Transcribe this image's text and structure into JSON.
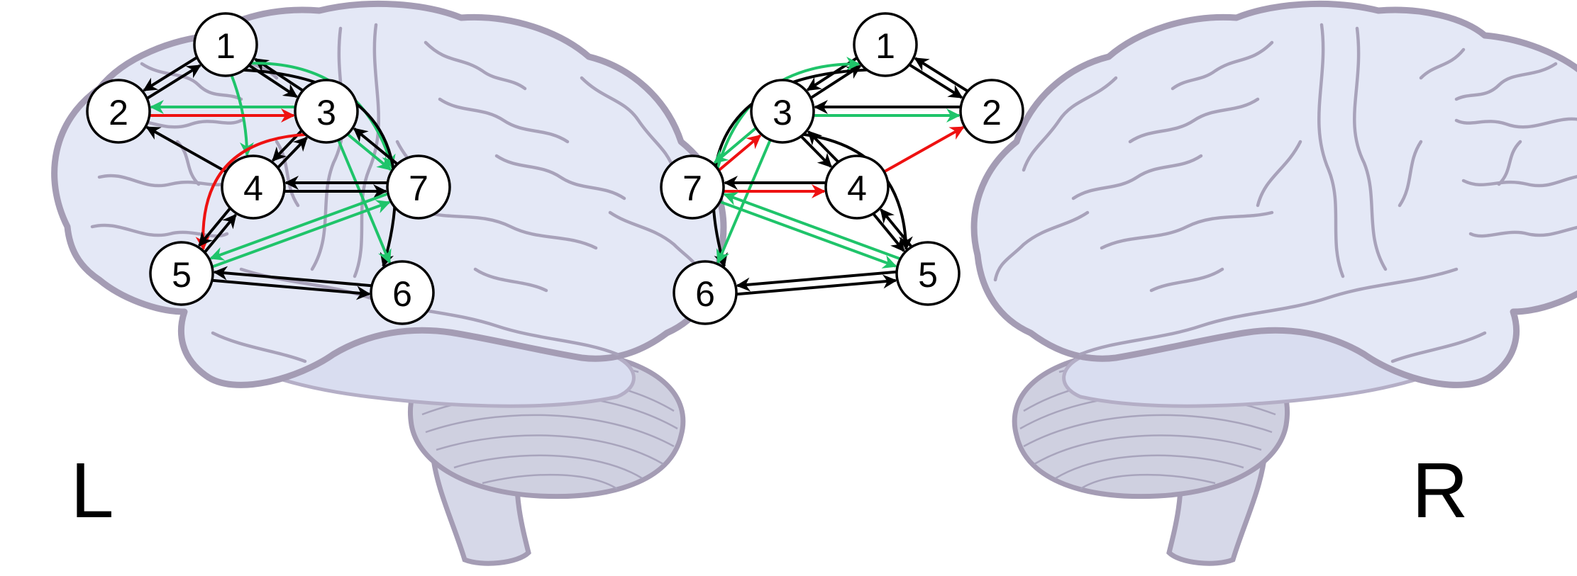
{
  "hemispheres": [
    {
      "label": "L",
      "nodes": [
        "1",
        "2",
        "3",
        "4",
        "5",
        "6",
        "7"
      ],
      "edges": [
        {
          "from": "1",
          "to": "2",
          "color": "#000000"
        },
        {
          "from": "2",
          "to": "1",
          "color": "#000000"
        },
        {
          "from": "1",
          "to": "3",
          "color": "#000000"
        },
        {
          "from": "3",
          "to": "1",
          "color": "#000000"
        },
        {
          "from": "1",
          "to": "4",
          "color": "#1fc46a"
        },
        {
          "from": "1",
          "to": "7",
          "color": "#1fc46a"
        },
        {
          "from": "1",
          "to": "6",
          "color": "#000000"
        },
        {
          "from": "3",
          "to": "2",
          "color": "#1fc46a"
        },
        {
          "from": "2",
          "to": "3",
          "color": "#ee1111"
        },
        {
          "from": "4",
          "to": "2",
          "color": "#000000"
        },
        {
          "from": "3",
          "to": "4",
          "color": "#000000"
        },
        {
          "from": "4",
          "to": "3",
          "color": "#000000"
        },
        {
          "from": "3",
          "to": "5",
          "color": "#ee1111"
        },
        {
          "from": "3",
          "to": "7",
          "color": "#1fc46a"
        },
        {
          "from": "7",
          "to": "3",
          "color": "#000000"
        },
        {
          "from": "3",
          "to": "6",
          "color": "#1fc46a"
        },
        {
          "from": "7",
          "to": "4",
          "color": "#000000"
        },
        {
          "from": "4",
          "to": "7",
          "color": "#000000"
        },
        {
          "from": "4",
          "to": "5",
          "color": "#000000"
        },
        {
          "from": "5",
          "to": "4",
          "color": "#000000"
        },
        {
          "from": "7",
          "to": "5",
          "color": "#1fc46a"
        },
        {
          "from": "5",
          "to": "7",
          "color": "#1fc46a"
        },
        {
          "from": "5",
          "to": "6",
          "color": "#000000"
        },
        {
          "from": "6",
          "to": "5",
          "color": "#000000"
        }
      ]
    },
    {
      "label": "R",
      "nodes": [
        "1",
        "2",
        "3",
        "4",
        "5",
        "6",
        "7"
      ],
      "edges": [
        {
          "from": "1",
          "to": "2",
          "color": "#000000"
        },
        {
          "from": "2",
          "to": "1",
          "color": "#000000"
        },
        {
          "from": "1",
          "to": "3",
          "color": "#000000"
        },
        {
          "from": "3",
          "to": "1",
          "color": "#000000"
        },
        {
          "from": "7",
          "to": "1",
          "color": "#1fc46a"
        },
        {
          "from": "1",
          "to": "6",
          "color": "#000000"
        },
        {
          "from": "2",
          "to": "3",
          "color": "#000000"
        },
        {
          "from": "3",
          "to": "2",
          "color": "#1fc46a"
        },
        {
          "from": "4",
          "to": "2",
          "color": "#ee1111"
        },
        {
          "from": "3",
          "to": "4",
          "color": "#000000"
        },
        {
          "from": "4",
          "to": "3",
          "color": "#000000"
        },
        {
          "from": "3",
          "to": "5",
          "color": "#000000"
        },
        {
          "from": "3",
          "to": "7",
          "color": "#1fc46a"
        },
        {
          "from": "7",
          "to": "3",
          "color": "#ee1111"
        },
        {
          "from": "3",
          "to": "6",
          "color": "#1fc46a"
        },
        {
          "from": "4",
          "to": "7",
          "color": "#000000"
        },
        {
          "from": "7",
          "to": "4",
          "color": "#ee1111"
        },
        {
          "from": "4",
          "to": "5",
          "color": "#000000"
        },
        {
          "from": "5",
          "to": "4",
          "color": "#000000"
        },
        {
          "from": "5",
          "to": "7",
          "color": "#1fc46a"
        },
        {
          "from": "7",
          "to": "5",
          "color": "#1fc46a"
        },
        {
          "from": "5",
          "to": "6",
          "color": "#000000"
        },
        {
          "from": "6",
          "to": "5",
          "color": "#000000"
        }
      ]
    }
  ],
  "legend_colors": {
    "black": "#000000",
    "green": "#1fc46a",
    "red": "#ee1111"
  }
}
